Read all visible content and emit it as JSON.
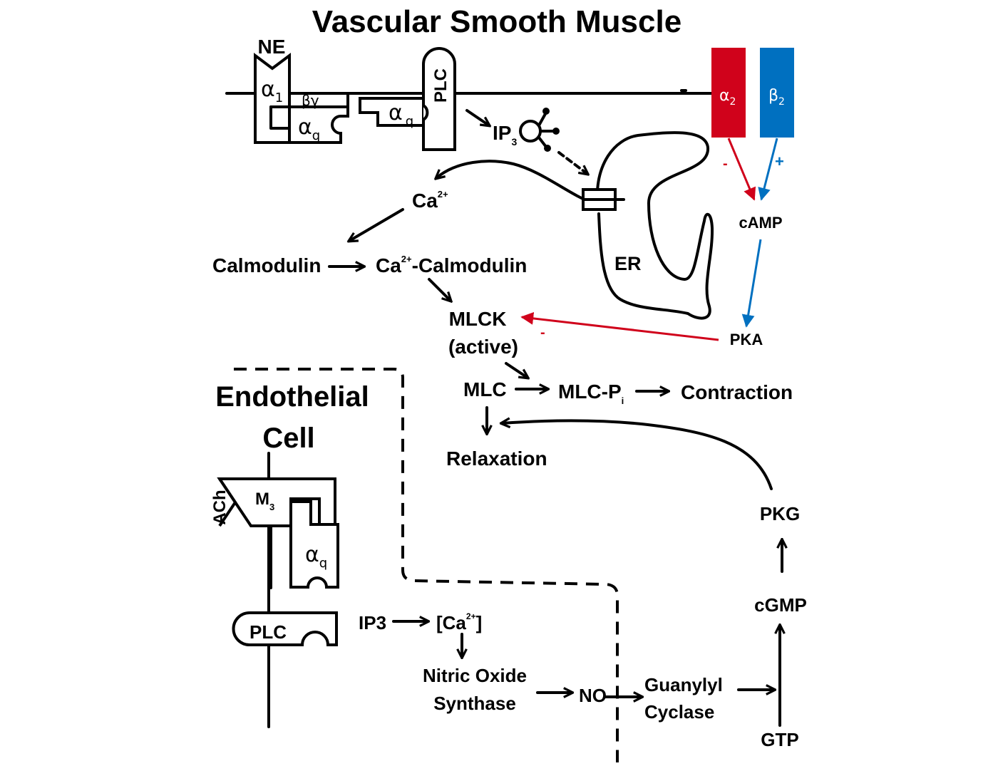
{
  "title": "Vascular Smooth Muscle",
  "colors": {
    "alpha2": "#d0021b",
    "beta2": "#0070c0",
    "ink": "#000000",
    "background": "#ffffff"
  },
  "smooth_muscle": {
    "ne": "NE",
    "alpha1_receptor": {
      "symbol": "α",
      "sub": "1"
    },
    "beta_gamma": "βγ",
    "alpha_q_1": {
      "symbol": "α",
      "sub": "q"
    },
    "alpha_q_2": {
      "symbol": "α",
      "sub": "q"
    },
    "plc": "PLC",
    "ip3": {
      "main": "IP",
      "sub": "3"
    },
    "alpha2_receptor": {
      "symbol": "α",
      "sub": "2"
    },
    "beta2_receptor": {
      "symbol": "β",
      "sub": "2"
    },
    "alpha2_sign": "-",
    "beta2_sign": "+",
    "camp": "cAMP",
    "pka": "PKA",
    "pka_sign": "-",
    "ca": {
      "main": "Ca",
      "sup": "2+"
    },
    "calmodulin": "Calmodulin",
    "ca_calmodulin": {
      "pre": "Ca",
      "sup": "2+",
      "post": "-Calmodulin"
    },
    "er": "ER",
    "mlck_line1": "MLCK",
    "mlck_line2": "(active)",
    "mlc": "MLC",
    "mlc_p": {
      "main": "MLC-P",
      "sub": "i"
    },
    "contraction": "Contraction",
    "relaxation": "Relaxation",
    "pkg": "PKG",
    "cgmp": "cGMP",
    "gtp": "GTP",
    "guanylyl_line1": "Guanylyl",
    "guanylyl_line2": "Cyclase"
  },
  "endothelial": {
    "title_line1": "Endothelial",
    "title_line2": "Cell",
    "ach": "ACh",
    "m3": {
      "main": "M",
      "sub": "3"
    },
    "alpha_q": {
      "symbol": "α",
      "sub": "q"
    },
    "plc": "PLC",
    "ip3": "IP3",
    "ca_bracket": {
      "open": "[Ca",
      "sup": "2+",
      "close": "]"
    },
    "nos_line1": "Nitric Oxide",
    "nos_line2": "Synthase",
    "no": "NO"
  }
}
